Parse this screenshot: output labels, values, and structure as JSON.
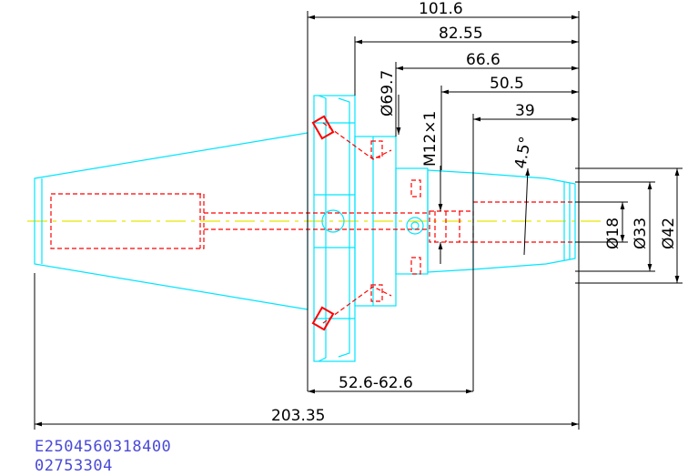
{
  "dimensions": {
    "overall_length": "203.35",
    "flange_to_end": "101.6",
    "d1": "82.55",
    "d2": "66.6",
    "d3": "50.5",
    "d4": "39",
    "adjust_range": "52.6-62.6",
    "flange_dia": "Ø69.7",
    "thread": "M12×1",
    "angle": "4.5°",
    "bore_18": "Ø18",
    "dia_33": "Ø33",
    "dia_42": "Ø42"
  },
  "codes": {
    "part_number": "E2504560318400",
    "item_code": "02753304"
  },
  "colors": {
    "outline": "#00e5ff",
    "hidden": "#ff0000",
    "center": "#e8e800",
    "dimension": "#000000",
    "code_text": "#4a4ad6"
  }
}
